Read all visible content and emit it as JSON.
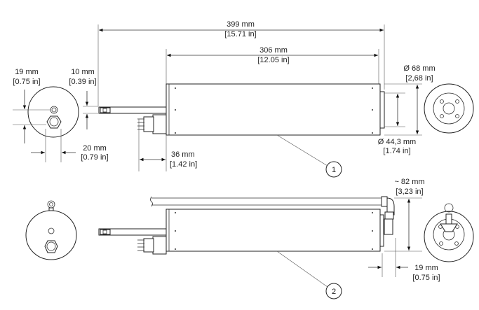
{
  "dimensions": {
    "overall_length": {
      "mm": "399 mm",
      "in": "[15.71 in]"
    },
    "body_length": {
      "mm": "306 mm",
      "in": "[12.05 in]"
    },
    "outer_diameter": {
      "mm": "Ø 68 mm",
      "in": "[2,68 in]"
    },
    "inner_diameter": {
      "mm": "Ø 44,3 mm",
      "in": "[1.74 in]"
    },
    "rod_offset": {
      "mm": "19 mm",
      "in": "[0.75 in]"
    },
    "rod_diameter": {
      "mm": "10 mm",
      "in": "[0.39 in]"
    },
    "connector_width": {
      "mm": "20 mm",
      "in": "[0.79 in]"
    },
    "connector_length": {
      "mm": "36 mm",
      "in": "[1.42 in]"
    },
    "fitting_height": {
      "mm": "~ 82 mm",
      "in": "[3,23 in]"
    },
    "fitting_offset": {
      "mm": "19 mm",
      "in": "[0.75 in]"
    }
  },
  "callouts": [
    "1",
    "2"
  ]
}
